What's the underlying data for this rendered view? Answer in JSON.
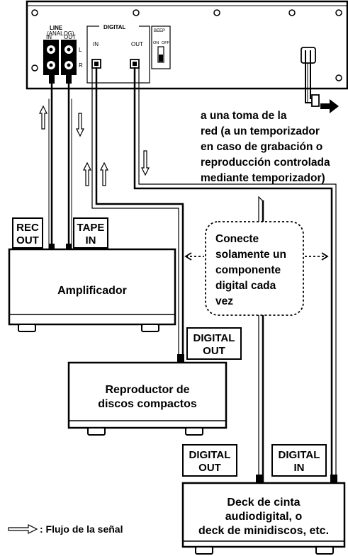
{
  "device_panel": {
    "line_label": "LINE",
    "analog_label": "(ANALOG)",
    "line_in": "IN",
    "line_out": "OUT",
    "ch_l": "L",
    "ch_r": "R",
    "digital_label": "DIGITAL",
    "digital_in": "IN",
    "digital_out": "OUT",
    "beep_label": "BEEP",
    "beep_on": "ON",
    "beep_off": "OFF"
  },
  "power_note": [
    "a una toma de la",
    "red (a un temporizador",
    "en caso de grabación o",
    "reproducción controlada",
    "mediante temporizador)"
  ],
  "labels": {
    "rec_out": [
      "REC",
      "OUT"
    ],
    "tape_in": [
      "TAPE",
      "IN"
    ],
    "amp_digital_out": [
      "DIGITAL",
      "OUT"
    ],
    "deck_digital_out": [
      "DIGITAL",
      "OUT"
    ],
    "deck_digital_in": [
      "DIGITAL",
      "IN"
    ]
  },
  "connect_note": [
    "Conecte",
    "solamente un",
    "componente",
    "digital cada",
    "vez"
  ],
  "components": {
    "amplifier": "Amplificador",
    "cd_player": [
      "Reproductor de",
      "discos compactos"
    ],
    "deck": [
      "Deck de cinta",
      "audiodigital, o",
      "deck de minidiscos, etc."
    ]
  },
  "legend": ": Flujo de la señal"
}
